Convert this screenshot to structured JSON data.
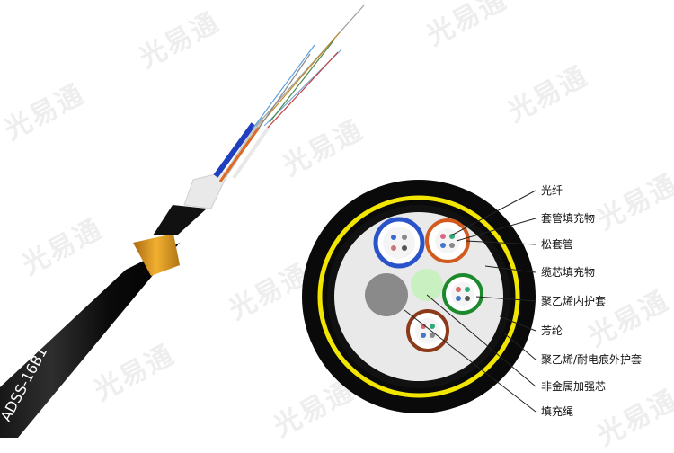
{
  "watermark": "光易通",
  "cable_print": "ADSS-16B1",
  "labels": {
    "fiber": "光纤",
    "tube_filler": "套管填充物",
    "loose_tube": "松套管",
    "core_filler": "缆芯填充物",
    "pe_inner_sheath": "聚乙烯内护套",
    "aramid": "芳纶",
    "outer_sheath": "聚乙烯/耐电痕外护套",
    "strength_member": "非金属加强芯",
    "filler_rope": "填充绳"
  },
  "colors": {
    "outer_sheath": "#0d0d0d",
    "yellow_ring": "#f2e600",
    "tube_blue": "#2a52c9",
    "tube_orange": "#d25a1e",
    "tube_green": "#1c8a2c",
    "tube_brown": "#8b3a1a",
    "filler_gray": "#8a8a8a",
    "center_green": "#c8f0c0",
    "aramid_wrap": "#f0a020"
  }
}
